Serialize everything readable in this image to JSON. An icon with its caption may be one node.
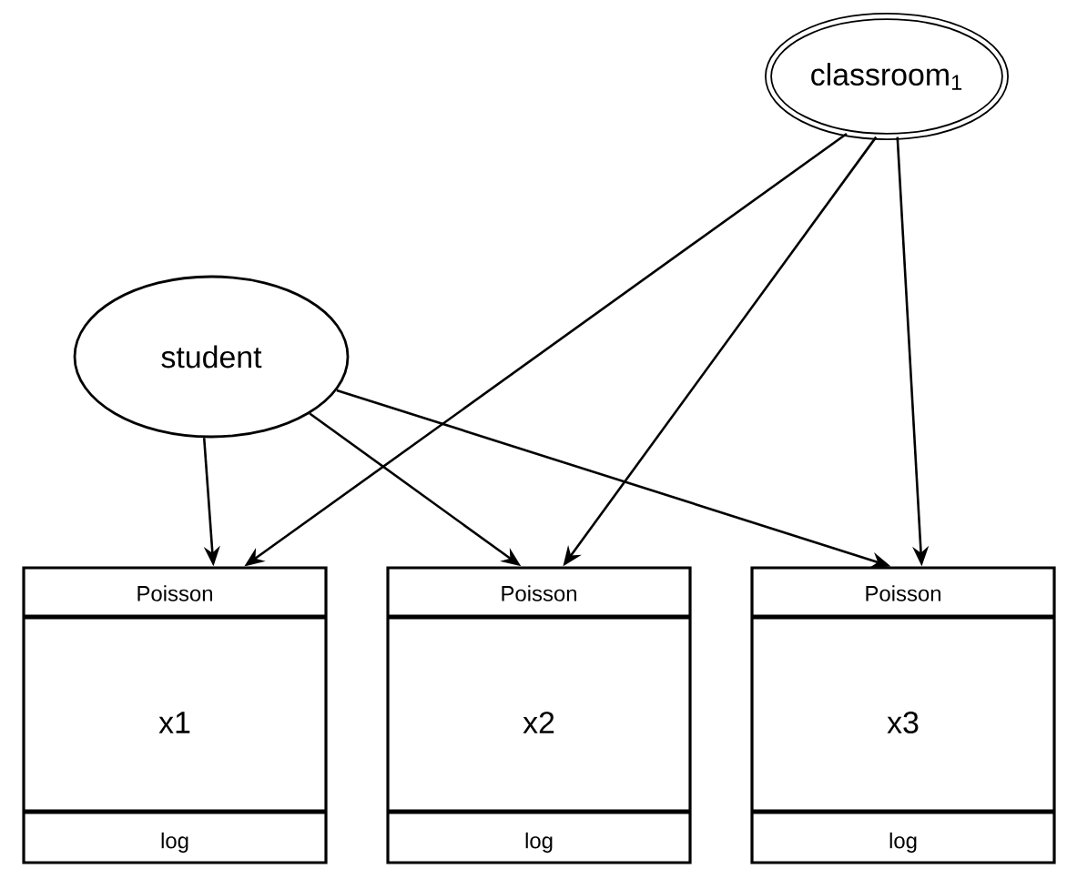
{
  "diagram": {
    "nodes": [
      {
        "text": [
          "classroom$_{1}$"
        ]
      },
      {
        "text": [
          "student"
        ]
      },
      {
        "text": [
          "Poisson",
          "x1",
          "log"
        ]
      },
      {
        "text": [
          "Poisson",
          "x2",
          "log"
        ]
      },
      {
        "text": [
          "Poisson",
          "x3",
          "log"
        ]
      }
    ],
    "edges": [
      {
        "from": 1,
        "to": 2,
        "arrow": "to"
      },
      {
        "from": 1,
        "to": 3,
        "arrow": "to"
      },
      {
        "from": 1,
        "to": 4,
        "arrow": "to"
      },
      {
        "from": 0,
        "to": 2,
        "arrow": "to"
      },
      {
        "from": 0,
        "to": 3,
        "arrow": "to"
      },
      {
        "from": 0,
        "to": 4,
        "arrow": "to"
      }
    ]
  }
}
